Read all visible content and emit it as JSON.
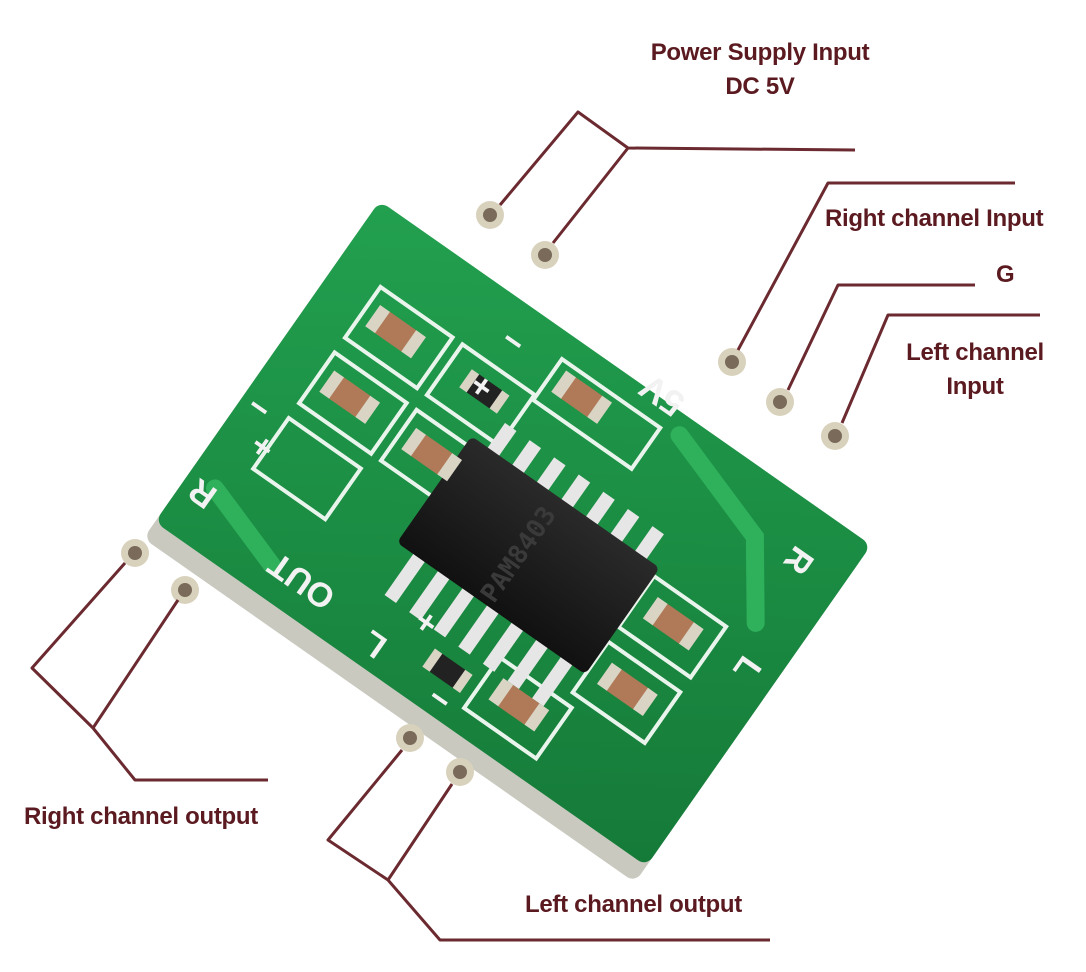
{
  "colors": {
    "background": "#ffffff",
    "leader_line": "#6b2a30",
    "label_text": "#5a1a20",
    "pcb_green": "#1f8f45",
    "pcb_edge": "#c9c9c0",
    "silkscreen": "#f2f2f2",
    "chip_body": "#1c1c1c",
    "pad_copper": "#b9b29a",
    "capacitor_body": "#b07a58"
  },
  "labels": {
    "power_supply": {
      "line1": "Power Supply Input",
      "line2": "DC 5V"
    },
    "right_input": "Right channel Input",
    "ground": "G",
    "left_input": {
      "line1": "Left channel",
      "line2": "Input"
    },
    "right_output": "Right channel output",
    "left_output": "Left channel output"
  },
  "silkscreen": {
    "minus_power": "−",
    "plus_power": "+",
    "voltage": "5V",
    "r_in": "R",
    "l_in": "L",
    "out": "OUT",
    "r_out": "R",
    "l_out": "L",
    "minus_r_out": "−",
    "plus_r_out": "+",
    "plus_l_out": "+",
    "minus_l_out": "−"
  },
  "chip_marking": "PAM8403"
}
